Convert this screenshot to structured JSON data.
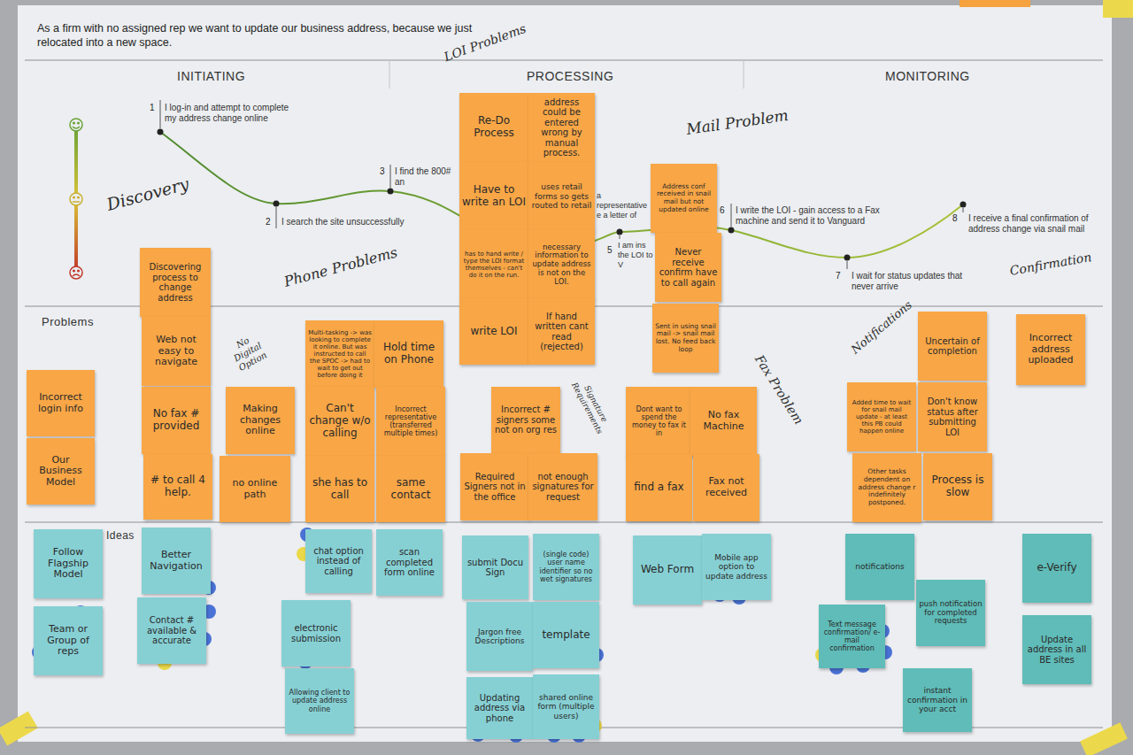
{
  "diagram": {
    "title": "As a firm with no assigned rep we want to update our business address, because we just relocated into a new space.",
    "nodes": [
      {
        "text": [
          "Incorrect login info"
        ]
      },
      {
        "text": [
          "Our Business Model"
        ]
      },
      {
        "text": [
          "Discovering process to change address"
        ]
      },
      {
        "text": [
          "Web not easy to navigate"
        ]
      },
      {
        "text": [
          "No fax # provided"
        ]
      },
      {
        "text": [
          "# to call 4 help."
        ]
      },
      {
        "text": [
          "Making changes online"
        ]
      },
      {
        "text": [
          "no online path"
        ]
      },
      {
        "text": [
          "Multi-tasking -> was looking to complete it online. But was instructed to call the SPOC -> had to wait to get out before doing it"
        ]
      },
      {
        "text": [
          "Hold time on Phone"
        ]
      },
      {
        "text": [
          "Can't change w/o calling"
        ]
      },
      {
        "text": [
          "Incorrect representative (transferred multiple times)"
        ]
      },
      {
        "text": [
          "she has to call"
        ]
      },
      {
        "text": [
          "same contact"
        ]
      },
      {
        "text": [
          "Re-Do Process"
        ]
      },
      {
        "text": [
          "address could be entered wrong by manual process."
        ]
      },
      {
        "text": [
          "Have to write an LOI"
        ]
      },
      {
        "text": [
          "uses retail forms so gets routed to retail"
        ]
      },
      {
        "text": [
          "has to hand write / type the LOI format themselves - can't do it on the run."
        ]
      },
      {
        "text": [
          "necessary information to update address is not on the LOI."
        ]
      },
      {
        "text": [
          "write LOI"
        ]
      },
      {
        "text": [
          "If hand written cant read (rejected)"
        ]
      },
      {
        "text": [
          "Incorrect # signers some not on org res"
        ]
      },
      {
        "text": [
          "Required Signers not in the office"
        ]
      },
      {
        "text": [
          "not enough signatures for request"
        ]
      },
      {
        "text": [
          "Address conf received in snail mail but not updated online"
        ]
      },
      {
        "text": [
          "Never receive confirm have to call again"
        ]
      },
      {
        "text": [
          "Sent in using snail mail -> snail mail lost. No feed back loop"
        ]
      },
      {
        "text": [
          "Dont want to spend the money to fax it in"
        ]
      },
      {
        "text": [
          "No fax Machine"
        ]
      },
      {
        "text": [
          "find a fax"
        ]
      },
      {
        "text": [
          "Fax not received"
        ]
      },
      {
        "text": [
          "Uncertain of completion"
        ]
      },
      {
        "text": [
          "Added time to wait for snail mail update - at least this PB could happen online"
        ]
      },
      {
        "text": [
          "Don't know status after submitting LOI"
        ]
      },
      {
        "text": [
          "Other tasks dependent on address change r indefinitely postponed."
        ]
      },
      {
        "text": [
          "Process is slow"
        ]
      },
      {
        "text": [
          "Incorrect address uploaded"
        ]
      },
      {
        "text": [
          "Follow Flagship Model"
        ]
      },
      {
        "text": [
          "Team or Group of reps"
        ]
      },
      {
        "text": [
          "Better Navigation"
        ]
      },
      {
        "text": [
          "Contact # available & accurate"
        ]
      },
      {
        "text": [
          "chat option instead of calling"
        ]
      },
      {
        "text": [
          "scan completed form online"
        ]
      },
      {
        "text": [
          "electronic submission"
        ]
      },
      {
        "text": [
          "Allowing client to update address online"
        ]
      },
      {
        "text": [
          "submit Docu Sign"
        ]
      },
      {
        "text": [
          "(single code) user name identifier so no wet signatures"
        ]
      },
      {
        "text": [
          "Jargon free Descriptions"
        ]
      },
      {
        "text": [
          "template"
        ]
      },
      {
        "text": [
          "Updating address via phone"
        ]
      },
      {
        "text": [
          "shared online form (multiple users)"
        ]
      },
      {
        "text": [
          "Web Form"
        ]
      },
      {
        "text": [
          "Mobile app option to update address"
        ]
      },
      {
        "text": [
          "notifications"
        ]
      },
      {
        "text": [
          "Text message confirmation/ e-mail confirmation"
        ]
      },
      {
        "text": [
          "push notification for completed requests"
        ]
      },
      {
        "text": [
          "instant confirmation in your acct"
        ]
      },
      {
        "text": [
          "e-Verify"
        ]
      },
      {
        "text": [
          "Update address in all BE sites"
        ]
      }
    ],
    "labels": [
      "INITIATING",
      "PROCESSING",
      "MONITORING",
      "Problems",
      "Ideas",
      "1",
      "I log-in and attempt to complete my address change online",
      "2",
      "I search the site unsuccessfully",
      "3",
      "I find the 800# an",
      "a representative e a letter of",
      "5",
      "I am ins the LOI to V",
      "6",
      "I write the LOI - gain access to a Fax machine and send it to Vanguard",
      "7",
      "I wait for status updates that never arrive",
      "8",
      "I receive a final confirmation of address change via snail mail",
      "Discovery",
      "Phone Problems",
      "No Digital Option",
      "LOI Problems",
      "Mail Problem",
      "Signature Requirements",
      "Fax Problem",
      "Notifications",
      "Confirmation"
    ]
  }
}
